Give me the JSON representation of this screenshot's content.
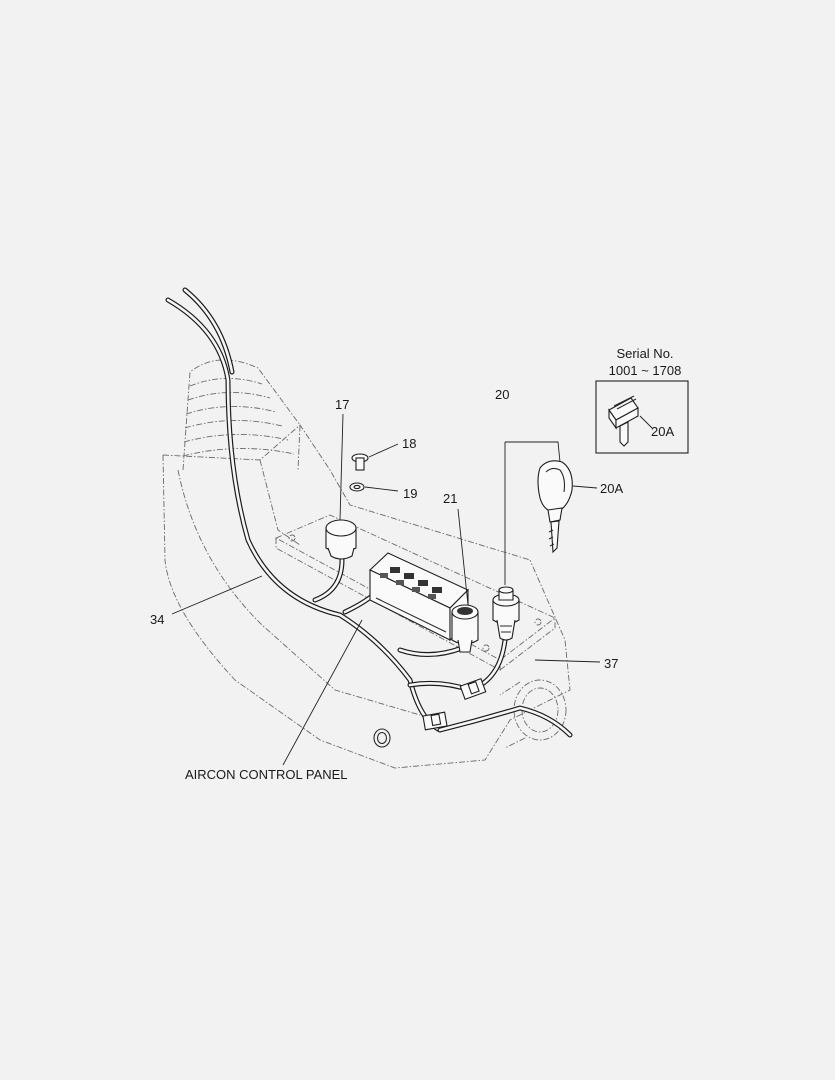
{
  "inset": {
    "title_line1": "Serial No.",
    "title_line2": "1001 ~ 1708",
    "part_label": "20A"
  },
  "labels": {
    "p17": "17",
    "p18": "18",
    "p19": "19",
    "p20": "20",
    "p20a": "20A",
    "p21": "21",
    "p34": "34",
    "p37": "37",
    "aircon": "AIRCON CONTROL PANEL"
  },
  "icons": {
    "ignition_key": "key-icon",
    "key_switch": "ignition-switch-icon",
    "power_socket": "socket-icon",
    "bolt": "bolt-icon",
    "washer": "washer-icon",
    "aircon_panel": "control-panel-icon"
  }
}
